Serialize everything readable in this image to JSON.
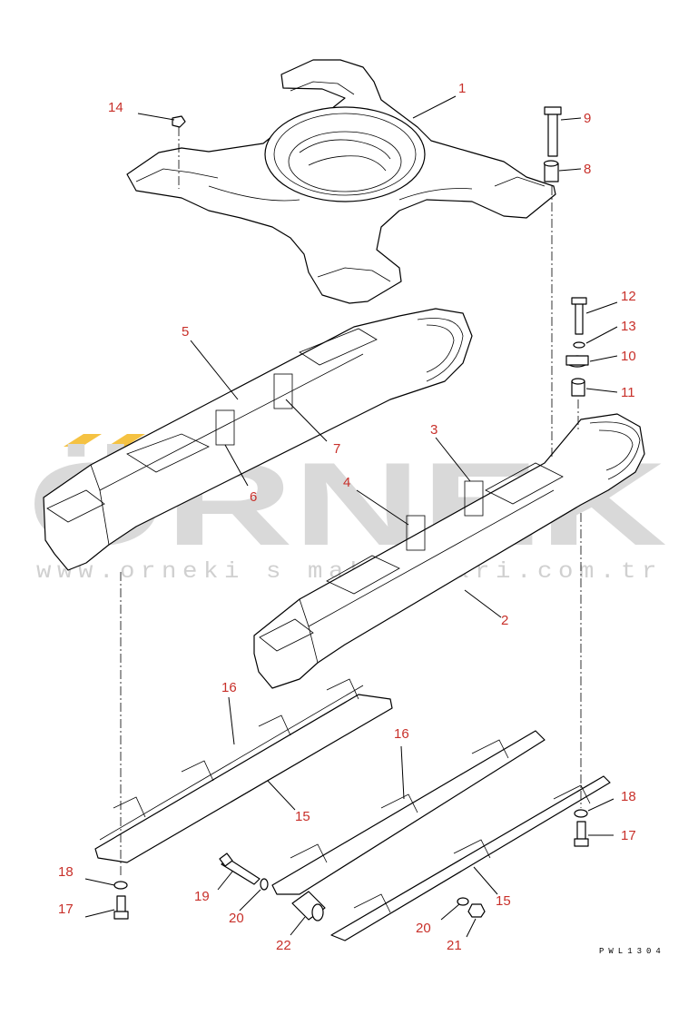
{
  "watermark": {
    "brand": "ÖRNEK",
    "url": "www.orneki s makinalari.com.tr",
    "accent_color": "#f5c242",
    "text_color": "#d9d9d9"
  },
  "drawing_code": "PWL1304",
  "callout_color": "#c8302a",
  "callouts": [
    {
      "id": "1",
      "text": "1"
    },
    {
      "id": "2",
      "text": "2"
    },
    {
      "id": "3",
      "text": "3"
    },
    {
      "id": "4",
      "text": "4"
    },
    {
      "id": "5",
      "text": "5"
    },
    {
      "id": "6",
      "text": "6"
    },
    {
      "id": "7",
      "text": "7"
    },
    {
      "id": "8",
      "text": "8"
    },
    {
      "id": "9",
      "text": "9"
    },
    {
      "id": "10",
      "text": "10"
    },
    {
      "id": "11",
      "text": "11"
    },
    {
      "id": "12",
      "text": "12"
    },
    {
      "id": "13",
      "text": "13"
    },
    {
      "id": "14",
      "text": "14"
    },
    {
      "id": "15a",
      "text": "15"
    },
    {
      "id": "15b",
      "text": "15"
    },
    {
      "id": "16a",
      "text": "16"
    },
    {
      "id": "16b",
      "text": "16"
    },
    {
      "id": "17a",
      "text": "17"
    },
    {
      "id": "17b",
      "text": "17"
    },
    {
      "id": "18a",
      "text": "18"
    },
    {
      "id": "18b",
      "text": "18"
    },
    {
      "id": "19",
      "text": "19"
    },
    {
      "id": "20a",
      "text": "20"
    },
    {
      "id": "20b",
      "text": "20"
    },
    {
      "id": "21",
      "text": "21"
    },
    {
      "id": "22",
      "text": "22"
    }
  ]
}
